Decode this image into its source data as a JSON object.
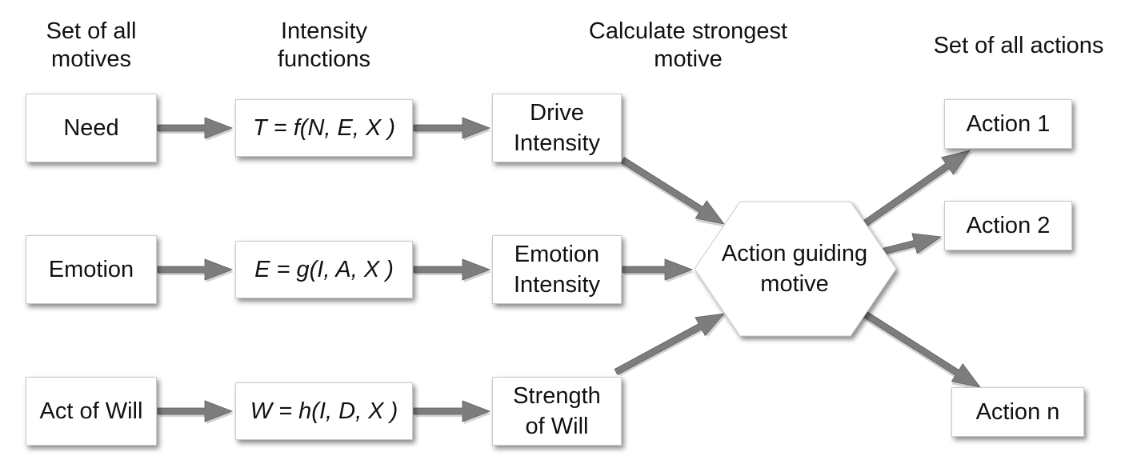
{
  "headers": {
    "motives": [
      "Set of all",
      "motives"
    ],
    "intensity": [
      "Intensity",
      "functions"
    ],
    "strongest": [
      "Calculate strongest",
      "motive"
    ],
    "actions": [
      "Set of all actions"
    ]
  },
  "motives": {
    "need": [
      "Need"
    ],
    "emotion": [
      "Emotion"
    ],
    "will": [
      "Act of Will"
    ]
  },
  "functions": {
    "need": [
      "T = f(N, E, X )"
    ],
    "emotion": [
      "E = g(I, A, X )"
    ],
    "will": [
      "W = h(I, D, X )"
    ]
  },
  "intensities": {
    "need": [
      "Drive",
      "Intensity"
    ],
    "emotion": [
      "Emotion",
      "Intensity"
    ],
    "will": [
      "Strength",
      "of Will"
    ]
  },
  "center": [
    "Action guiding",
    "motive"
  ],
  "actions": {
    "a1": [
      "Action 1"
    ],
    "a2": [
      "Action 2"
    ],
    "an": [
      "Action n"
    ]
  },
  "colors": {
    "arrow": "#7d7d7d",
    "box_border": "#c9c9c9",
    "text": "#111111"
  }
}
